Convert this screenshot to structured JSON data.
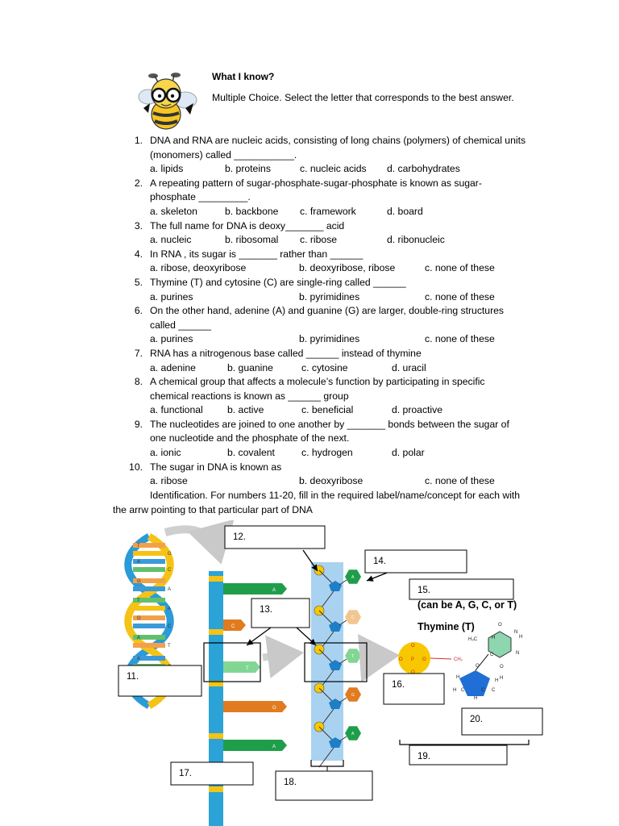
{
  "header": {
    "title": "What I know?",
    "instructions": "Multiple Choice. Select the letter that corresponds to the best answer."
  },
  "questions": [
    {
      "num": "1.",
      "lines": [
        "DNA and RNA are nucleic acids, consisting of long chains (polymers) of chemical units",
        "(monomers) called ___________."
      ],
      "options": [
        "a. lipids",
        "b. proteins",
        "c. nucleic acids",
        "d. carbohydrates"
      ],
      "layout": "A"
    },
    {
      "num": "2.",
      "lines": [
        "A repeating pattern of sugar-phosphate-sugar-phosphate is known as sugar-",
        "phosphate _________."
      ],
      "options": [
        "a. skeleton",
        "b. backbone",
        "c. framework",
        "d. board"
      ],
      "layout": "A"
    },
    {
      "num": "3.",
      "lines": [
        "The full name for DNA is deoxy_______  acid"
      ],
      "options": [
        "a. nucleic",
        "b. ribosomal",
        "c. ribose",
        "d. ribonucleic"
      ],
      "layout": "A"
    },
    {
      "num": "4.",
      "lines": [
        "In RNA , its sugar is _______ rather than ______"
      ],
      "options": [
        "a. ribose, deoxyribose",
        "b. deoxyribose, ribose",
        "c. none of these"
      ],
      "layout": "B"
    },
    {
      "num": "5.",
      "lines": [
        "Thymine (T) and cytosine (C) are single-ring called ______"
      ],
      "options": [
        "a. purines",
        "b. pyrimidines",
        "c. none of these"
      ],
      "layout": "C"
    },
    {
      "num": "6.",
      "lines": [
        "On the other hand, adenine (A) and guanine (G) are larger, double-ring structures",
        "called ______"
      ],
      "options": [
        "a. purines",
        "b. pyrimidines",
        "c. none of these"
      ],
      "layout": "C"
    },
    {
      "num": "7.",
      "lines": [
        "RNA has a nitrogenous base called ______ instead of thymine"
      ],
      "options": [
        "a. adenine",
        "b. guanine",
        "c. cytosine",
        "d. uracil"
      ],
      "layout": "D"
    },
    {
      "num": "8.",
      "lines": [
        "A chemical group that affects a molecule’s function by participating in specific",
        "chemical reactions is known as ______ group"
      ],
      "options": [
        "a. functional",
        "b. active",
        "c. beneficial",
        "d. proactive"
      ],
      "layout": "D"
    },
    {
      "num": "9.",
      "lines": [
        "The nucleotides are joined to one another by _______ bonds between the sugar of",
        "one nucleotide and the phosphate of the next."
      ],
      "options": [
        "a. ionic",
        "b. covalent",
        "c. hydrogen",
        "d. polar"
      ],
      "layout": "D"
    },
    {
      "num": "10.",
      "lines": [
        "The sugar in DNA is known as"
      ],
      "options": [
        "a. ribose",
        "b. deoxyribose",
        "c. none of these"
      ],
      "layout": "C"
    }
  ],
  "identification": "Identification. For numbers 11-20, fill in the required label/name/concept for each with the arrw pointing to that particular part of DNA",
  "diagram": {
    "boxes": [
      "11.",
      "12.",
      "13.",
      "14.",
      "15.",
      "16.",
      "17.",
      "18.",
      "19.",
      "20."
    ],
    "base_caption": "(can be A, G, C, or T)",
    "thymine_title": "Thymine (T)",
    "base_letters": [
      "A",
      "C",
      "T",
      "G",
      "A"
    ],
    "strand_letters": [
      "A",
      "C",
      "T",
      "G",
      "A"
    ],
    "phosphate": [
      "O",
      "O",
      "P",
      "O",
      "O",
      "CH₂"
    ],
    "thymine_atoms": [
      "H₃C",
      "O",
      "N",
      "H",
      "N",
      "O",
      "C",
      "H",
      "H",
      "O",
      "H",
      "H",
      "C",
      "H",
      "C",
      "C",
      "H"
    ],
    "helix_letters": [
      "T",
      "G",
      "A",
      "C",
      "G",
      "A",
      "T",
      "A",
      "G",
      "C",
      "A",
      "T",
      "A",
      "G",
      "C",
      "T"
    ],
    "colors": {
      "backbone_blue": "#2ba3d6",
      "backbone_yellow": "#f4c316",
      "green_base": "#1f9e4a",
      "orange_base": "#e07b1f",
      "tan_base": "#f2c690",
      "light_green_base": "#82d693",
      "strand_bg": "#a9d2f0",
      "sugar_blue": "#1e7fc6",
      "phosphate_yellow": "#f7c800",
      "thymine_ring": "#8ed6b0",
      "sugar_ring": "#1f6fd6"
    }
  }
}
